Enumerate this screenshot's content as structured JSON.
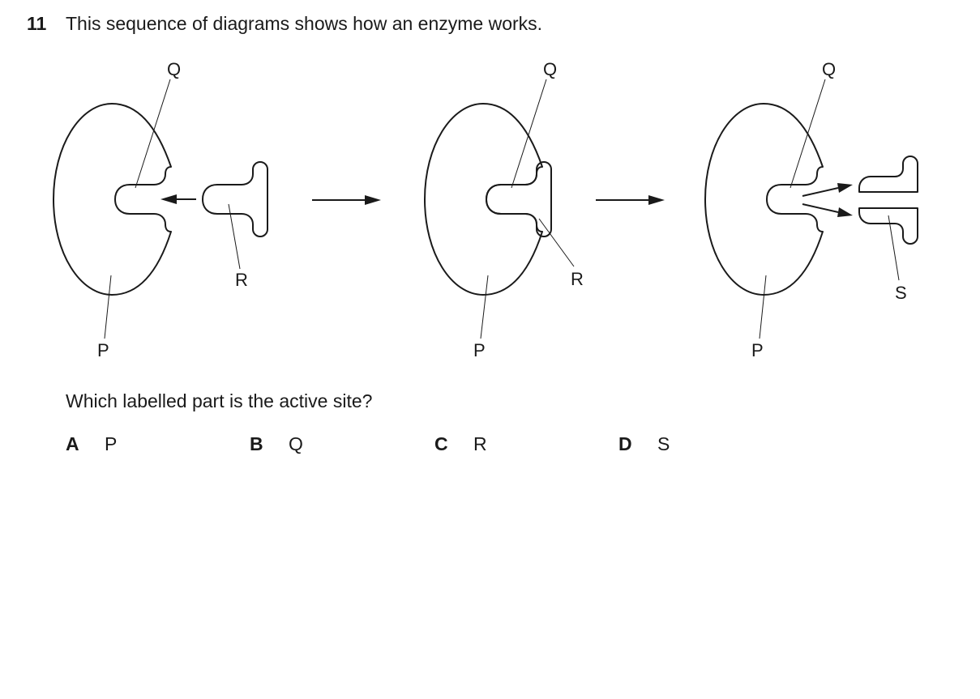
{
  "question": {
    "number": "11",
    "text": "This sequence of diagrams shows how an enzyme works.",
    "prompt": "Which labelled part is the active site?"
  },
  "diagram": {
    "stage1": {
      "label_q": "Q",
      "label_p": "P",
      "label_r": "R"
    },
    "stage2": {
      "label_q": "Q",
      "label_p": "P",
      "label_r": "R"
    },
    "stage3": {
      "label_q": "Q",
      "label_p": "P",
      "label_s": "S"
    }
  },
  "options": [
    {
      "letter": "A",
      "answer": "P"
    },
    {
      "letter": "B",
      "answer": "Q"
    },
    {
      "letter": "C",
      "answer": "R"
    },
    {
      "letter": "D",
      "answer": "S"
    }
  ]
}
